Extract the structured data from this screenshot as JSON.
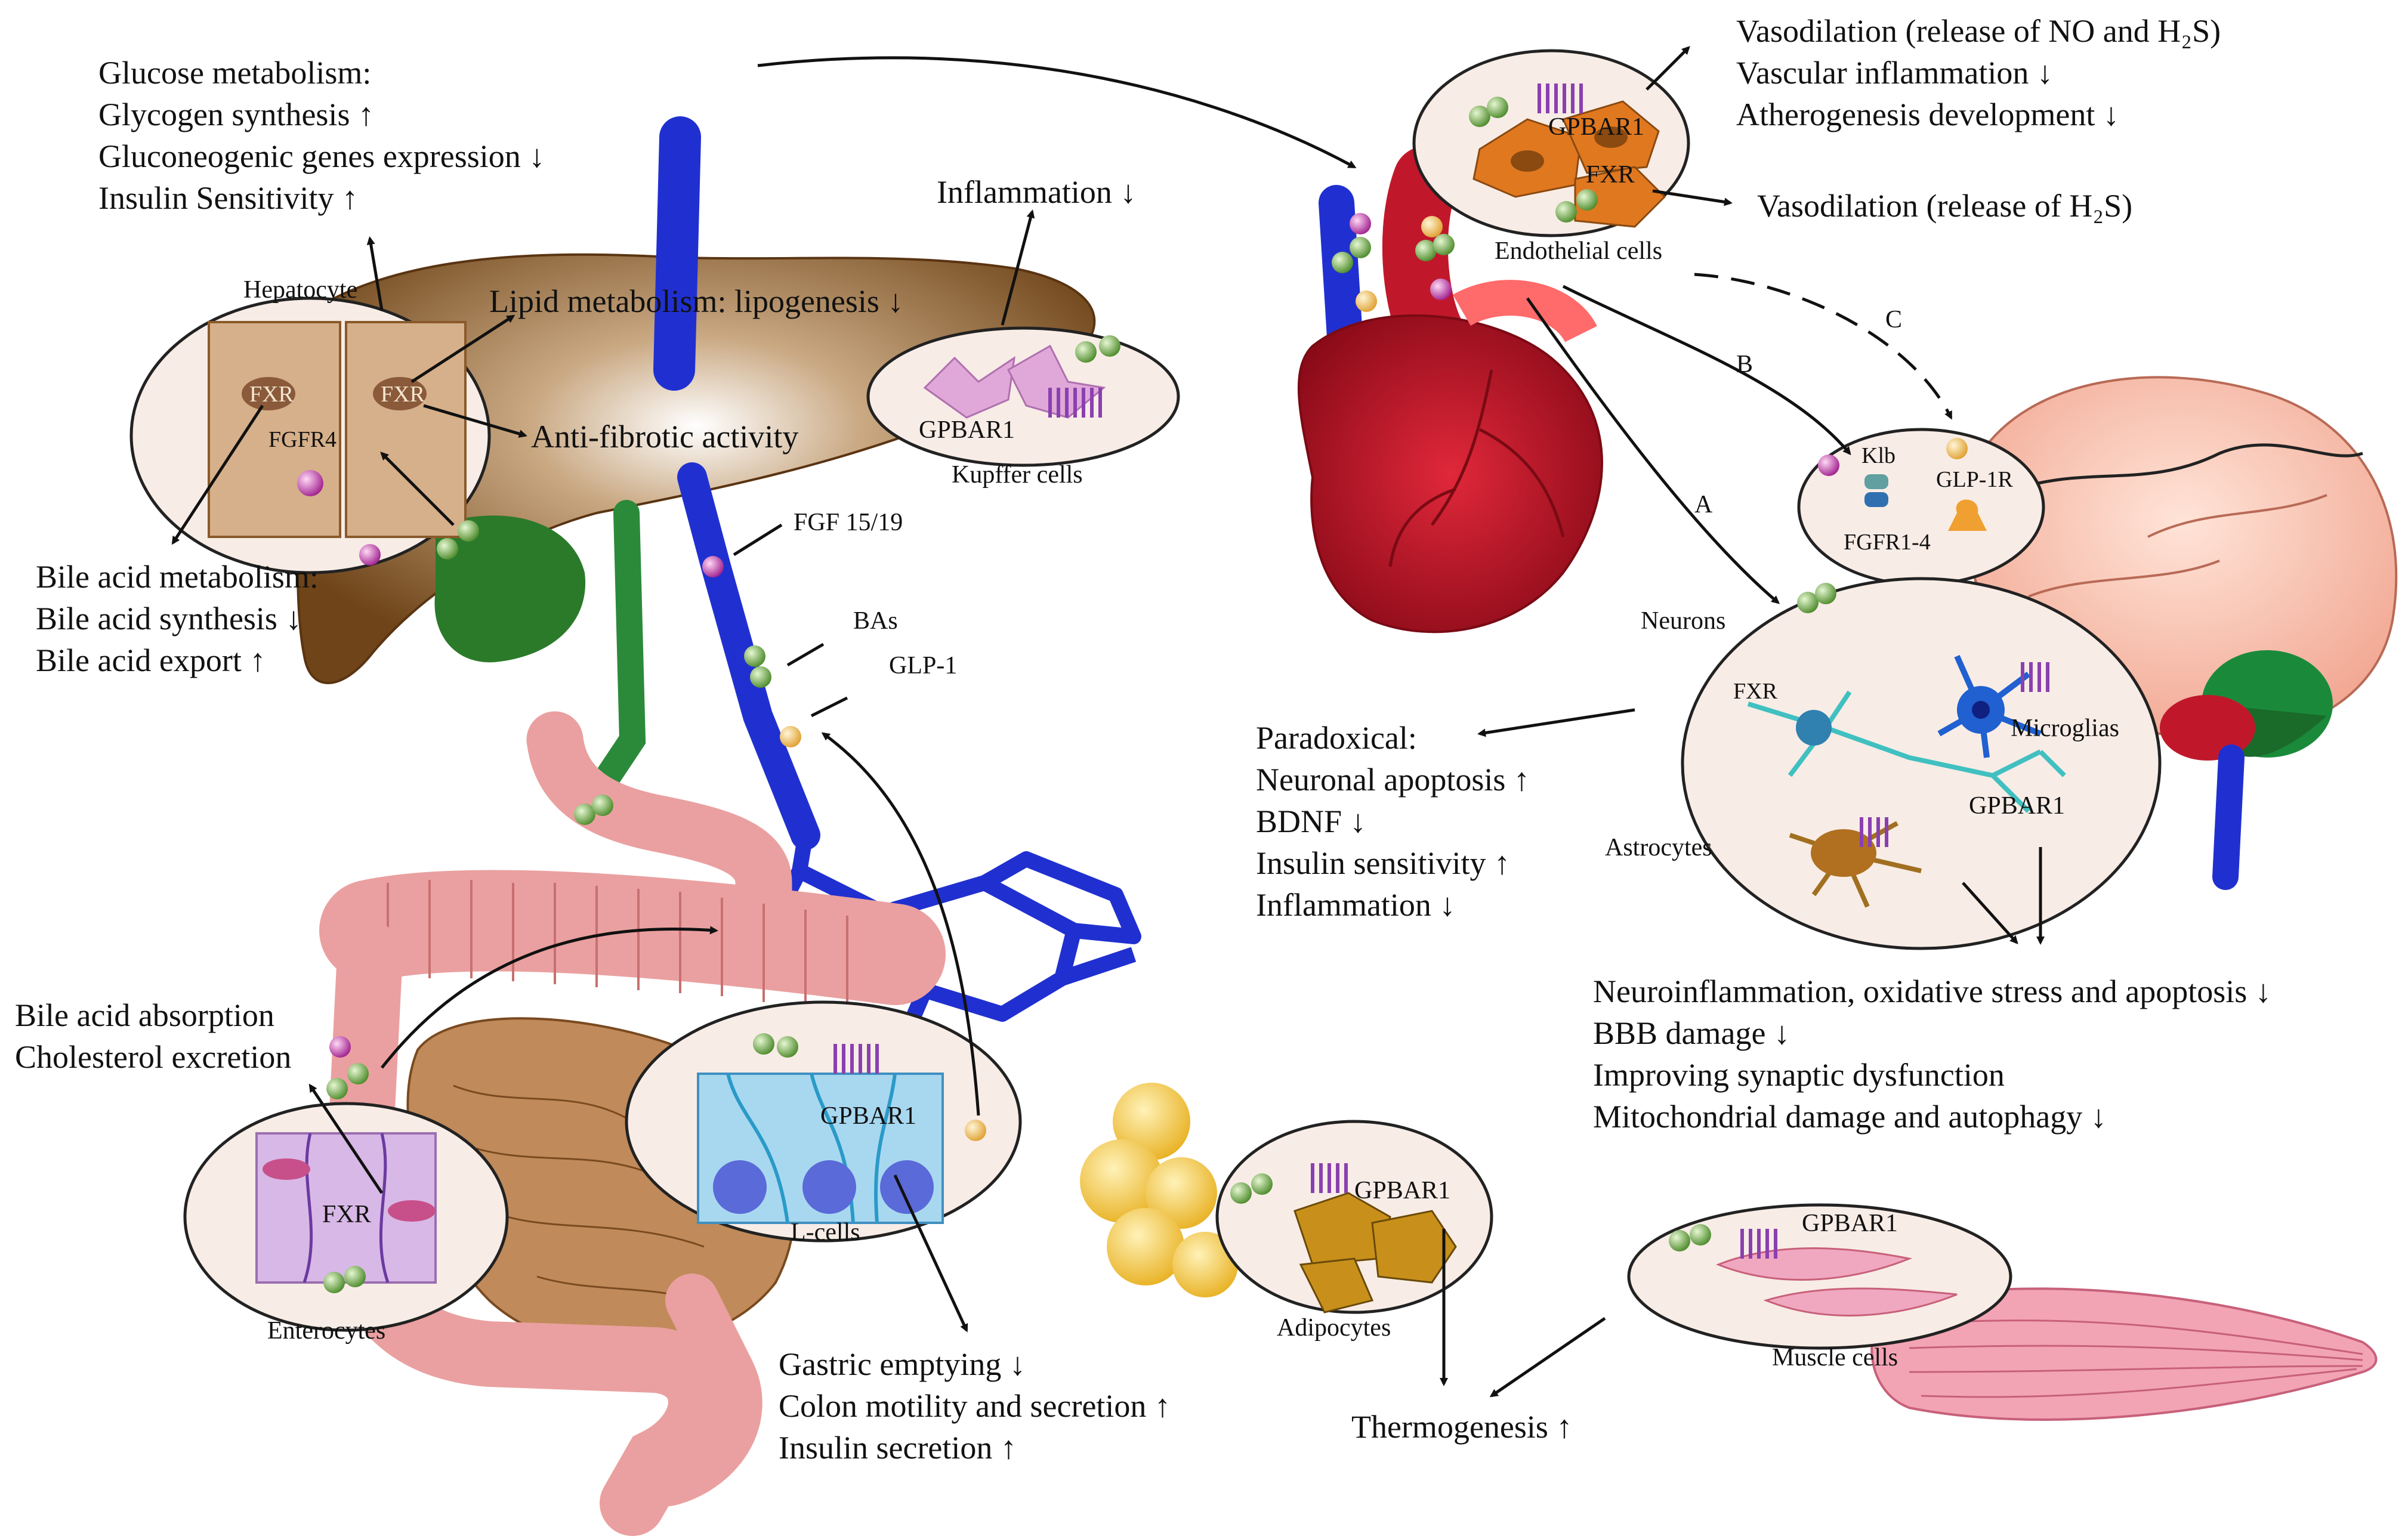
{
  "liver": {
    "glucose_title": "Glucose metabolism:",
    "glycogen": "Glycogen synthesis ↑",
    "gluconeogenic": "Gluconeogenic genes expression ↓",
    "insulin_sens": "Insulin Sensitivity ↑",
    "hepatocyte": "Hepatocyte",
    "fxr_a": "FXR",
    "fxr_b": "FXR",
    "fgfr4": "FGFR4",
    "lipid": "Lipid metabolism: lipogenesis ↓",
    "antifibrotic": "Anti-fibrotic activity",
    "inflammation": "Inflammation ↓",
    "gpbar1_kupffer": "GPBAR1",
    "kupffer": "Kupffer cells",
    "bile_meta_title": "Bile acid metabolism:",
    "bile_synth": "Bile acid synthesis ↓",
    "bile_export": "Bile acid export ↑"
  },
  "vessel": {
    "fgf": "FGF 15/19",
    "bas": "BAs",
    "glp1": "GLP-1"
  },
  "heart": {
    "vaso1": "Vasodilation (release of NO and H₂S)",
    "vasc_infl": "Vascular inflammation ↓",
    "athero": "Atherogenesis development ↓",
    "vaso2": "Vasodilation (release of H₂S)",
    "gpbar1": "GPBAR1",
    "fxr": "FXR",
    "endothelial": "Endothelial cells"
  },
  "brain": {
    "label_a": "A",
    "label_b": "B",
    "label_c": "C",
    "klb": "Klb",
    "glp1r": "GLP-1R",
    "fgfr": "FGFR1-4",
    "neurons": "Neurons",
    "fxr": "FXR",
    "microglias": "Microglias",
    "astrocytes": "Astrocytes",
    "gpbar1": "GPBAR1",
    "paradox_title": "Paradoxical:",
    "neuronal_apop": "Neuronal apoptosis ↑",
    "bdnf": "BDNF ↓",
    "insulin_sens": "Insulin sensitivity ↑",
    "inflammation": "Inflammation ↓",
    "neuroinfl": "Neuroinflammation, oxidative stress and apoptosis ↓",
    "bbb": "BBB damage ↓",
    "synaptic": "Improving synaptic dysfunction",
    "mito": "Mitochondrial damage and autophagy ↓"
  },
  "intestine": {
    "bile_absorption": "Bile acid absorption",
    "chol_excretion": "Cholesterol excretion",
    "fxr": "FXR",
    "enterocytes": "Enterocytes",
    "gpbar1": "GPBAR1",
    "lcells": "L-cells",
    "gastric": "Gastric emptying ↓",
    "colon": "Colon motility and secretion ↑",
    "insulin_sec": "Insulin secretion ↑"
  },
  "adipose": {
    "gpbar1": "GPBAR1",
    "adipocytes": "Adipocytes",
    "thermogenesis": "Thermogenesis ↑"
  },
  "muscle": {
    "gpbar1": "GPBAR1",
    "muscle_cells": "Muscle cells"
  },
  "colors": {
    "liver": "#7a4a1c",
    "vein": "#2030d0",
    "intestine": "#e8a0a0",
    "heart": "#c0182a",
    "cell_bg": "#f7e9e4",
    "bile_green": "#7cb85a",
    "fgf_magenta": "#c040b0",
    "glp_yellow": "#f0c060"
  }
}
